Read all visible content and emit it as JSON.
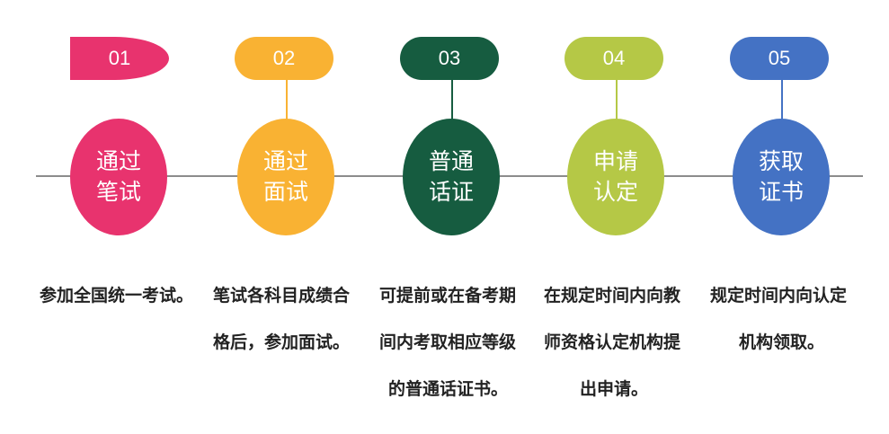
{
  "steps": [
    {
      "number": "01",
      "circle_line1": "通过",
      "circle_line2": "笔试",
      "desc_lines": [
        "参加全国统一考试。"
      ],
      "color": "#e8336e"
    },
    {
      "number": "02",
      "circle_line1": "通过",
      "circle_line2": "面试",
      "desc_lines": [
        "笔试各科目成绩合",
        "格后，参加面试。"
      ],
      "color": "#f9b233"
    },
    {
      "number": "03",
      "circle_line1": "普通",
      "circle_line2": "话证",
      "desc_lines": [
        "可提前或在备考期",
        "间内考取相应等级",
        "的普通话证书。"
      ],
      "color": "#165c40"
    },
    {
      "number": "04",
      "circle_line1": "申请",
      "circle_line2": "认定",
      "desc_lines": [
        "在规定时间内向教",
        "师资格认定机构提",
        "出申请。"
      ],
      "color": "#b5c846"
    },
    {
      "number": "05",
      "circle_line1": "获取",
      "circle_line2": "证书",
      "desc_lines": [
        "规定时间内向认定",
        "机构领取。"
      ],
      "color": "#4472c4"
    }
  ]
}
